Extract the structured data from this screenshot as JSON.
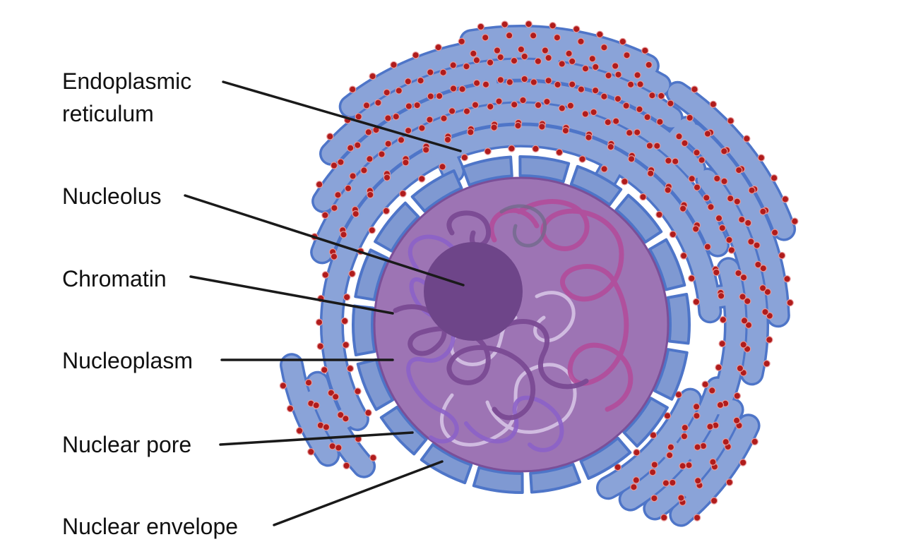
{
  "labels": {
    "er_line1": "Endoplasmic",
    "er_line2": "reticulum",
    "nucleolus": "Nucleolus",
    "chromatin": "Chromatin",
    "nucleoplasm": "Nucleoplasm",
    "nuclear_pore": "Nuclear pore",
    "nuclear_envelope": "Nuclear envelope"
  },
  "colors": {
    "er_fill": "#8aa3d8",
    "er_stroke": "#4e75c8",
    "ribosome": "#b01c1c",
    "envelope": "#7f99d2",
    "nucleoplasm": "#9d74b4",
    "nucleolus": "#6e4589",
    "chromatin_magenta": "#b24d9a",
    "chromatin_violet": "#8c62c8",
    "chromatin_pale": "#d9c8e8"
  }
}
